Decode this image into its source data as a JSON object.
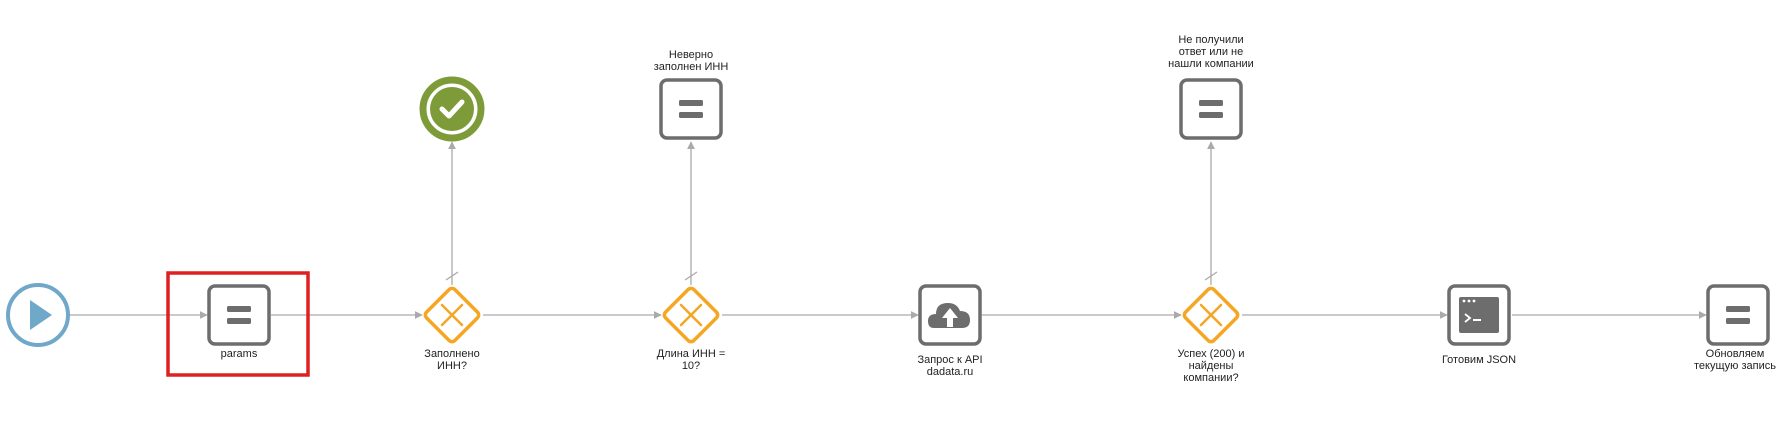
{
  "colors": {
    "connector": "#aaaaaa",
    "task_stroke": "#6d6d6d",
    "gateway_stroke": "#f5a623",
    "start_stroke": "#6fa8c8",
    "end_success": "#7e9b3a",
    "selection": "#e02020"
  },
  "nodes": {
    "start": {
      "icon": "play-icon"
    },
    "params": {
      "label": [
        "params"
      ],
      "icon": "equals-icon",
      "selected": true
    },
    "gw_inn_filled": {
      "label": [
        "Заполнено",
        "ИНН?"
      ],
      "icon": "gateway-x-icon"
    },
    "end_success": {
      "icon": "check-icon"
    },
    "gw_inn_length": {
      "label": [
        "Длина ИНН =",
        "10?"
      ],
      "icon": "gateway-x-icon"
    },
    "err_inn": {
      "label": [
        "Неверно",
        "заполнен ИНН"
      ],
      "icon": "equals-icon"
    },
    "api_request": {
      "label": [
        "Запрос к API",
        "dadata.ru"
      ],
      "icon": "cloud-upload-icon"
    },
    "gw_success": {
      "label": [
        "Успех (200) и",
        "найдены",
        "компании?"
      ],
      "icon": "gateway-x-icon"
    },
    "err_no_company": {
      "label": [
        "Не получили",
        "ответ или не",
        "нашли компании"
      ],
      "icon": "equals-icon"
    },
    "prepare_json": {
      "label": [
        "Готовим JSON"
      ],
      "icon": "terminal-icon"
    },
    "update_record": {
      "label": [
        "Обновляем",
        "текущую запись"
      ],
      "icon": "equals-icon"
    }
  }
}
